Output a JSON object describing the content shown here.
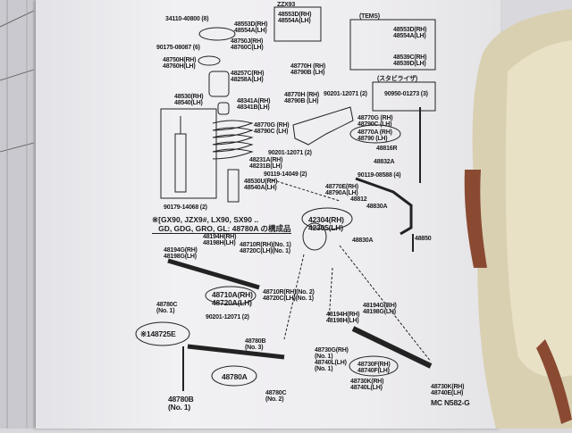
{
  "diagram": {
    "labels": [
      "34110-40800 (8)",
      "48553D(RH)\n48554A(LH)",
      "ZZX93",
      "48553D(RH)\n48554A(LH)",
      "48750J(RH)\n48760C(LH)",
      "90175-08087 (6)",
      "48750H(RH)\n48760H(LH)",
      "48257C(RH)\n48258A(LH)",
      "48530(RH)\n48540(LH)",
      "48341A(RH)\n48341B(LH)",
      "48231A(RH)\n48231B(LH)",
      "90119-14049 (2)",
      "48530U(RH)\n48540A(LH)",
      "90179-14068 (2)",
      "48770H (RH)\n48790B (LH)",
      "48770H (RH)\n48790B (LH)",
      "90201-12071 (2)",
      "48770G (RH)\n48790C (LH)",
      "90201-12071 (2)",
      "48770E(RH)\n48790A(LH)",
      "(TEMS)",
      "48553D(RH)\n48554A(LH)",
      "48539C(RH)\n48539D(LH)",
      "(スタビライザ)",
      "90950-01273 (3)",
      "48770G (RH)\n48790C (LH)",
      "48770A (RH)\n48790 (LH)",
      "48816R",
      "48832A",
      "90119-08588 (4)",
      "48812",
      "48830A",
      "42304(RH)\n42305(LH)",
      "48830A",
      "48850",
      "48194H(RH)\n48198H(LH)",
      "48710R(RH)(No. 1)\n48720C(LH)(No. 1)",
      "48194G(RH)\n48198G(LH)",
      "48710A(RH)\n48720A(LH)",
      "48710R(RH)(No. 2)\n48720C(LH)(No. 1)",
      "48780C\n(No. 1)",
      "90201-12071 (2)",
      "※148725E",
      "48780B\n(No. 3)",
      "48780A",
      "48780B\n(No. 1)",
      "48780C\n(No. 2)",
      "48194G(RH)\n48198G(LH)",
      "48194H(RH)\n48198H(LH)",
      "48730G(RH)\n(No. 1)\n48740L(LH)\n(No. 1)",
      "48730F(RH)\n48740F(LH)",
      "48730K(RH)\n48740L(LH)",
      "48730K(RH)\n48740E(LH)",
      "MC N582-G"
    ],
    "note": "※[GX90, JZX9#, LX90, SX90 ..\n   GD, GDG, GRO, GL: 48780A の構成品"
  },
  "colors": {
    "paper": "#eeedf0",
    "ink": "#1b1b1e",
    "bag": "#d9d0b2",
    "bag_edge": "#8a4a32"
  }
}
